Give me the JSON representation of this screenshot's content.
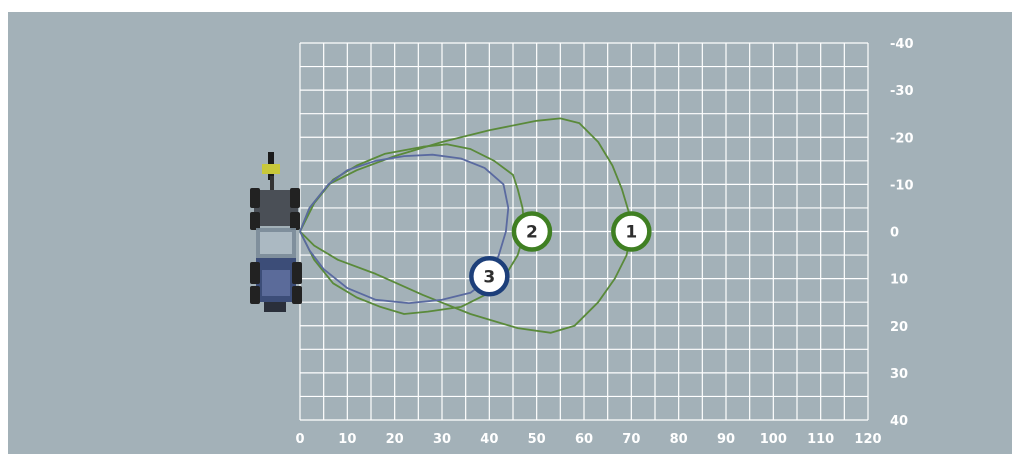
{
  "chart_data": {
    "type": "line",
    "title": "",
    "xlabel": "",
    "ylabel": "",
    "xlim": [
      0,
      120
    ],
    "ylim": [
      -40,
      40
    ],
    "x_ticks": [
      "0",
      "10",
      "20",
      "30",
      "40",
      "50",
      "60",
      "70",
      "80",
      "90",
      "100",
      "110",
      "120"
    ],
    "y_ticks": [
      "-40",
      "-30",
      "-20",
      "-10",
      "0",
      "10",
      "20",
      "30",
      "40"
    ],
    "grid": true,
    "grid_minor_step": 5,
    "y_axis_side": "right",
    "colors": {
      "background": "#a3b1b8",
      "grid": "#ffffff",
      "green": "#5a8a3a",
      "blue": "#5a6aa0",
      "marker_green": "#3f7f22",
      "marker_blue": "#1d3f7a"
    },
    "series": [
      {
        "color": "green",
        "points": [
          [
            0,
            0
          ],
          [
            2,
            -5
          ],
          [
            6,
            -10
          ],
          [
            12,
            -13
          ],
          [
            20,
            -16
          ],
          [
            30,
            -19
          ],
          [
            40,
            -21.5
          ],
          [
            50,
            -23.5
          ],
          [
            55,
            -24
          ],
          [
            59,
            -23
          ],
          [
            63,
            -19
          ],
          [
            66,
            -14
          ],
          [
            68,
            -9
          ],
          [
            69.5,
            -4
          ],
          [
            70,
            0
          ],
          [
            69,
            5
          ],
          [
            66.5,
            10
          ],
          [
            63,
            15
          ],
          [
            58,
            20
          ],
          [
            53,
            21.5
          ],
          [
            46,
            20.5
          ],
          [
            36,
            17.5
          ],
          [
            26,
            13.5
          ],
          [
            16,
            9
          ],
          [
            8,
            6
          ],
          [
            3,
            3
          ],
          [
            0,
            0
          ]
        ]
      },
      {
        "color": "green",
        "points": [
          [
            0,
            0
          ],
          [
            3,
            -6
          ],
          [
            7,
            -11
          ],
          [
            12,
            -14
          ],
          [
            18,
            -16.5
          ],
          [
            26,
            -18
          ],
          [
            31,
            -18.5
          ],
          [
            36,
            -17.5
          ],
          [
            41,
            -15
          ],
          [
            45,
            -12
          ],
          [
            46,
            -9
          ],
          [
            47,
            -5
          ],
          [
            47.5,
            0
          ],
          [
            46,
            5
          ],
          [
            43,
            10
          ],
          [
            40,
            13
          ],
          [
            34,
            16
          ],
          [
            27,
            17
          ],
          [
            22,
            17.5
          ],
          [
            17,
            16
          ],
          [
            12,
            14
          ],
          [
            7,
            11
          ],
          [
            3,
            6
          ],
          [
            0,
            0
          ]
        ]
      },
      {
        "color": "blue",
        "points": [
          [
            0,
            0
          ],
          [
            2,
            -5
          ],
          [
            6,
            -10
          ],
          [
            10,
            -13
          ],
          [
            16,
            -15
          ],
          [
            22,
            -16
          ],
          [
            28,
            -16.3
          ],
          [
            34,
            -15.5
          ],
          [
            39,
            -13.5
          ],
          [
            43,
            -10
          ],
          [
            44,
            -5
          ],
          [
            43.5,
            0
          ],
          [
            42,
            5
          ],
          [
            40,
            10
          ],
          [
            36,
            13
          ],
          [
            30,
            14.5
          ],
          [
            23,
            15.2
          ],
          [
            16,
            14.5
          ],
          [
            10,
            12
          ],
          [
            5,
            8
          ],
          [
            2,
            4
          ],
          [
            0,
            0
          ]
        ]
      }
    ],
    "markers": [
      {
        "label": "1",
        "x": 70,
        "y": 0,
        "color": "marker_green"
      },
      {
        "label": "2",
        "x": 49,
        "y": 0,
        "color": "marker_green"
      },
      {
        "label": "3",
        "x": 40,
        "y": 9.5,
        "color": "marker_blue"
      }
    ]
  }
}
